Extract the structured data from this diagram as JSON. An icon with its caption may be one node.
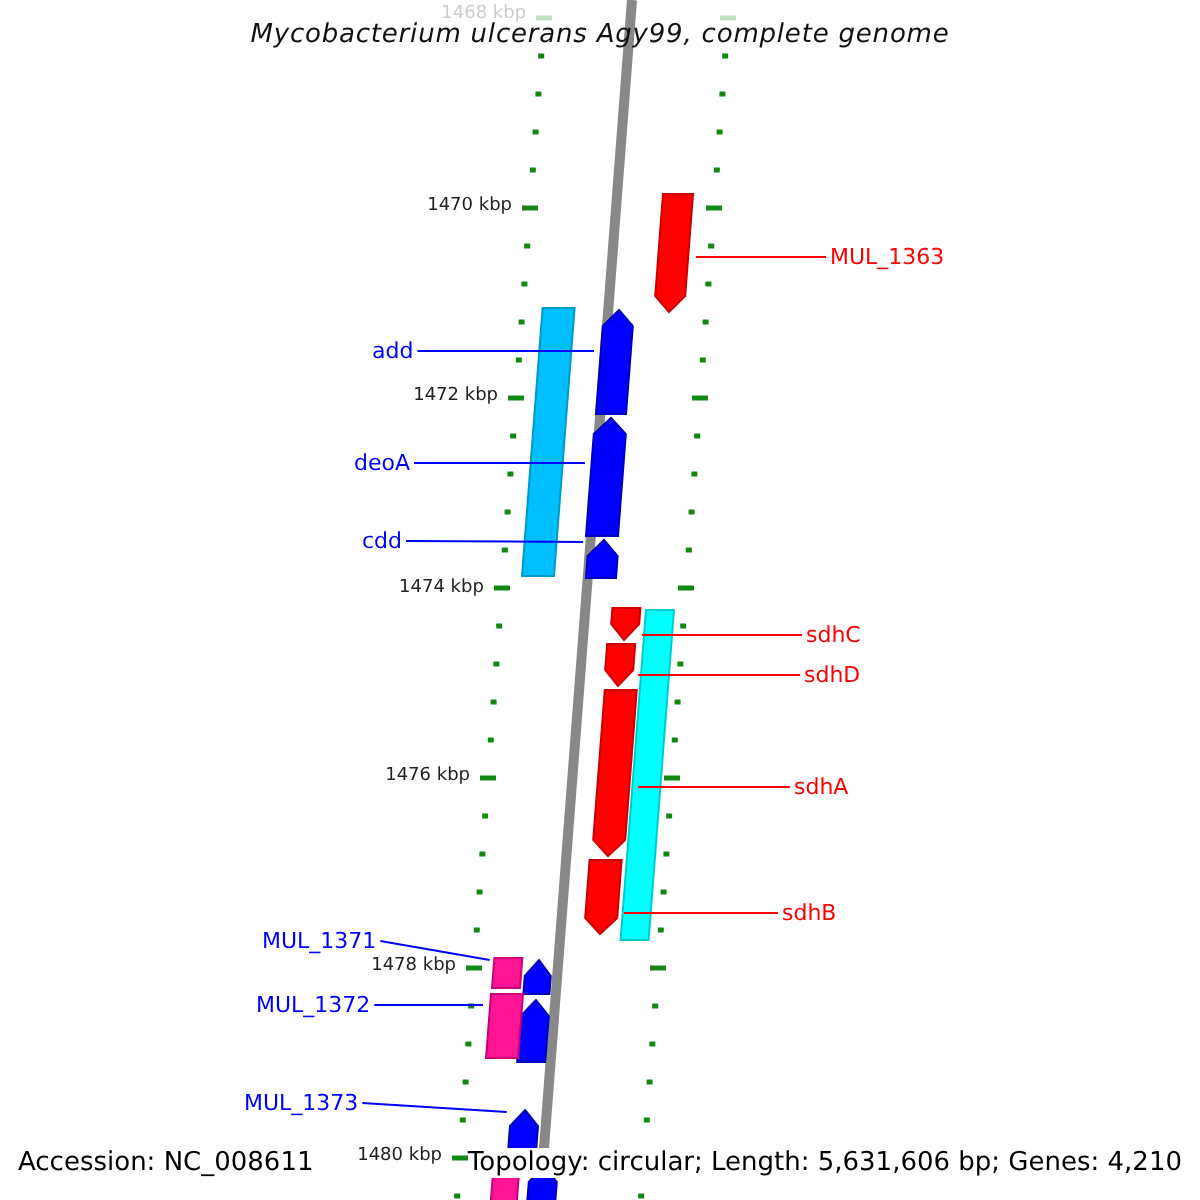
{
  "diagram": {
    "title": "Mycobacterium ulcerans Agy99, complete genome",
    "nodes": [
      {
        "text": [
          "MUL_1363"
        ]
      },
      {
        "text": [],
        "shape": "arrow"
      },
      {
        "text": [
          "add"
        ]
      },
      {
        "text": [],
        "shape": "arrow"
      },
      {
        "text": [
          "deoA"
        ]
      },
      {
        "text": [],
        "shape": "arrow"
      },
      {
        "text": [
          "cdd"
        ]
      },
      {
        "text": [],
        "shape": "arrow"
      },
      {
        "text": [
          "sdhC"
        ]
      },
      {
        "text": [],
        "shape": "arrow"
      },
      {
        "text": [
          "sdhD"
        ]
      },
      {
        "text": [],
        "shape": "arrow"
      },
      {
        "text": [
          "sdhA"
        ]
      },
      {
        "text": [],
        "shape": "arrow"
      },
      {
        "text": [
          "sdhB"
        ]
      },
      {
        "text": [],
        "shape": "arrow"
      },
      {
        "text": [
          "MUL_1371"
        ]
      },
      {
        "text": [],
        "shape": "bar"
      },
      {
        "text": [
          "MUL_1372"
        ]
      },
      {
        "text": [],
        "shape": "bar"
      },
      {
        "text": [
          "MUL_1373"
        ]
      },
      {
        "text": [],
        "shape": "arrow"
      },
      {
        "text": [],
        "shape": "bar"
      }
    ],
    "edges": [
      {
        "from": 0,
        "to": 1,
        "arrow": "none",
        "color": "#ff0000"
      },
      {
        "from": 2,
        "to": 3,
        "arrow": "none"
      },
      {
        "from": 4,
        "to": 5,
        "arrow": "none"
      },
      {
        "from": 6,
        "to": 7,
        "arrow": "none"
      },
      {
        "from": 8,
        "to": 9,
        "arrow": "none",
        "color": "#ff0000"
      },
      {
        "from": 10,
        "to": 11,
        "arrow": "none",
        "color": "#ff0000"
      },
      {
        "from": 12,
        "to": 13,
        "arrow": "none",
        "color": "#ff0000"
      },
      {
        "from": 14,
        "to": 15,
        "arrow": "none",
        "color": "#ff0000"
      },
      {
        "from": 16,
        "to": 17,
        "arrow": "none"
      },
      {
        "from": 18,
        "to": 19,
        "arrow": "none"
      },
      {
        "from": 20,
        "to": 21,
        "arrow": "none"
      }
    ],
    "labels": [
      "1468 kbp",
      "1470 kbp",
      "1472 kbp",
      "1474 kbp",
      "1476 kbp",
      "1478 kbp",
      "1480 kbp",
      "Accession: NC_008611",
      "Topology: circular; Length: 5,631,606 bp; Genes: 4,210"
    ]
  }
}
